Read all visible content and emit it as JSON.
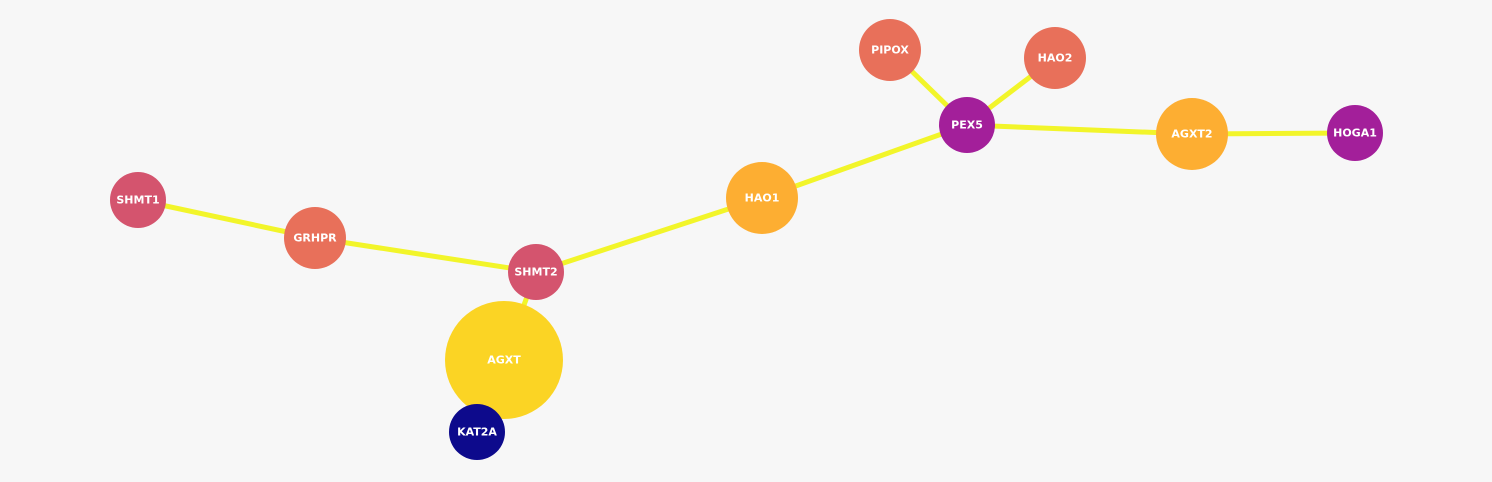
{
  "graph": {
    "background": "#f7f7f7",
    "edge_color": "#f2f52a",
    "nodes": [
      {
        "id": "SHMT1",
        "label": "SHMT1",
        "color": "#d4546e"
      },
      {
        "id": "GRHPR",
        "label": "GRHPR",
        "color": "#e8705a"
      },
      {
        "id": "SHMT2",
        "label": "SHMT2",
        "color": "#d4546e"
      },
      {
        "id": "AGXT",
        "label": "AGXT",
        "color": "#fbd424"
      },
      {
        "id": "KAT2A",
        "label": "KAT2A",
        "color": "#0d0a8c"
      },
      {
        "id": "HAO1",
        "label": "HAO1",
        "color": "#fdae32"
      },
      {
        "id": "PIPOX",
        "label": "PIPOX",
        "color": "#e8705a"
      },
      {
        "id": "HAO2",
        "label": "HAO2",
        "color": "#e8705a"
      },
      {
        "id": "PEX5",
        "label": "PEX5",
        "color": "#a31f9a"
      },
      {
        "id": "AGXT2",
        "label": "AGXT2",
        "color": "#fdae32"
      },
      {
        "id": "HOGA1",
        "label": "HOGA1",
        "color": "#a31f9a"
      }
    ],
    "edges": [
      {
        "source": "SHMT1",
        "target": "GRHPR"
      },
      {
        "source": "GRHPR",
        "target": "SHMT2"
      },
      {
        "source": "SHMT2",
        "target": "AGXT"
      },
      {
        "source": "SHMT2",
        "target": "HAO1"
      },
      {
        "source": "HAO1",
        "target": "PEX5"
      },
      {
        "source": "PIPOX",
        "target": "PEX5"
      },
      {
        "source": "HAO2",
        "target": "PEX5"
      },
      {
        "source": "PEX5",
        "target": "AGXT2"
      },
      {
        "source": "AGXT2",
        "target": "HOGA1"
      }
    ]
  }
}
